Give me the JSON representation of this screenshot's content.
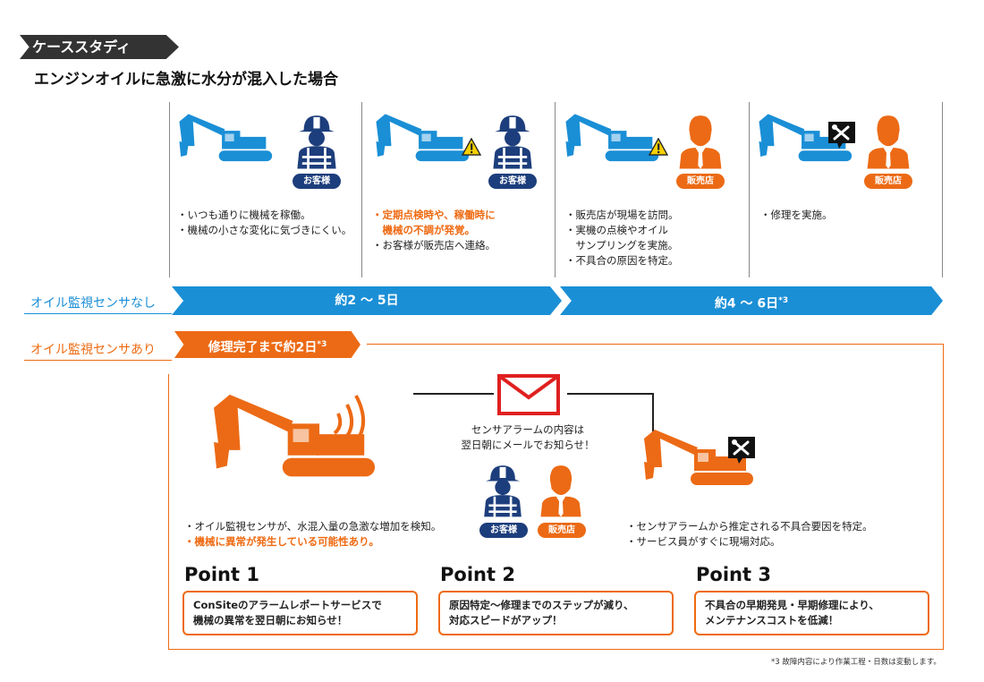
{
  "header": {
    "tag": "ケーススタディ",
    "subtitle": "エンジンオイルに急激に水分が混入した場合"
  },
  "stages": [
    {
      "badge": "お客様",
      "lines": [
        {
          "text": "・いつも通りに機械を稼働。",
          "hl": false
        },
        {
          "text": "・機械の小さな変化に気づきにくい。",
          "hl": false
        }
      ]
    },
    {
      "badge": "お客様",
      "lines": [
        {
          "text": "・定期点検時や、稼働時に",
          "hl": true
        },
        {
          "text": "　機械の不調が発覚。",
          "hl": true
        },
        {
          "text": "・お客様が販売店へ連絡。",
          "hl": false
        }
      ]
    },
    {
      "badge": "販売店",
      "lines": [
        {
          "text": "・販売店が現場を訪問。",
          "hl": false
        },
        {
          "text": "・実機の点検やオイル",
          "hl": false
        },
        {
          "text": "　サンプリングを実施。",
          "hl": false
        },
        {
          "text": "・不具合の原因を特定。",
          "hl": false
        }
      ]
    },
    {
      "badge": "販売店",
      "lines": [
        {
          "text": "・修理を実施。",
          "hl": false
        }
      ]
    }
  ],
  "no_sensor": {
    "label": "オイル監視センサなし",
    "band1": "約2 ～ 5日",
    "band2": "約4 ～ 6日",
    "band2_note": "*3"
  },
  "with_sensor": {
    "label": "オイル監視センサあり",
    "band": "修理完了まで約2日",
    "band_note": "*3"
  },
  "flow": {
    "left_lines": [
      {
        "text": "・オイル監視センサが、水混入量の急激な増加を検知。",
        "hl": false
      },
      {
        "text": "・機械に異常が発生している可能性あり。",
        "hl": true
      }
    ],
    "mail_line1": "センサアラームの内容は",
    "mail_line2": "翌日朝にメールでお知らせ！",
    "badge_customer": "お客様",
    "badge_dealer": "販売店",
    "right_lines": [
      {
        "text": "・センサアラームから推定される不具合要因を特定。",
        "hl": false
      },
      {
        "text": "・サービス員がすぐに現場対応。",
        "hl": false
      }
    ]
  },
  "points": [
    {
      "title": "Point 1",
      "line1": "ConSiteのアラームレポートサービスで",
      "line2": "機械の異常を翌日朝にお知らせ！"
    },
    {
      "title": "Point 2",
      "line1": "原因特定～修理までのステップが減り、",
      "line2": "対応スピードがアップ！"
    },
    {
      "title": "Point 3",
      "line1": "不具合の早期発見・早期修理により、",
      "line2": "メンテナンスコストを低減！"
    }
  ],
  "footnote": "*3  故障内容により作業工程・日数は変動します。",
  "colors": {
    "blue": "#1a8fd6",
    "orange": "#ee6a12",
    "navy": "#1d3e7c",
    "mail_red": "#e02020"
  }
}
